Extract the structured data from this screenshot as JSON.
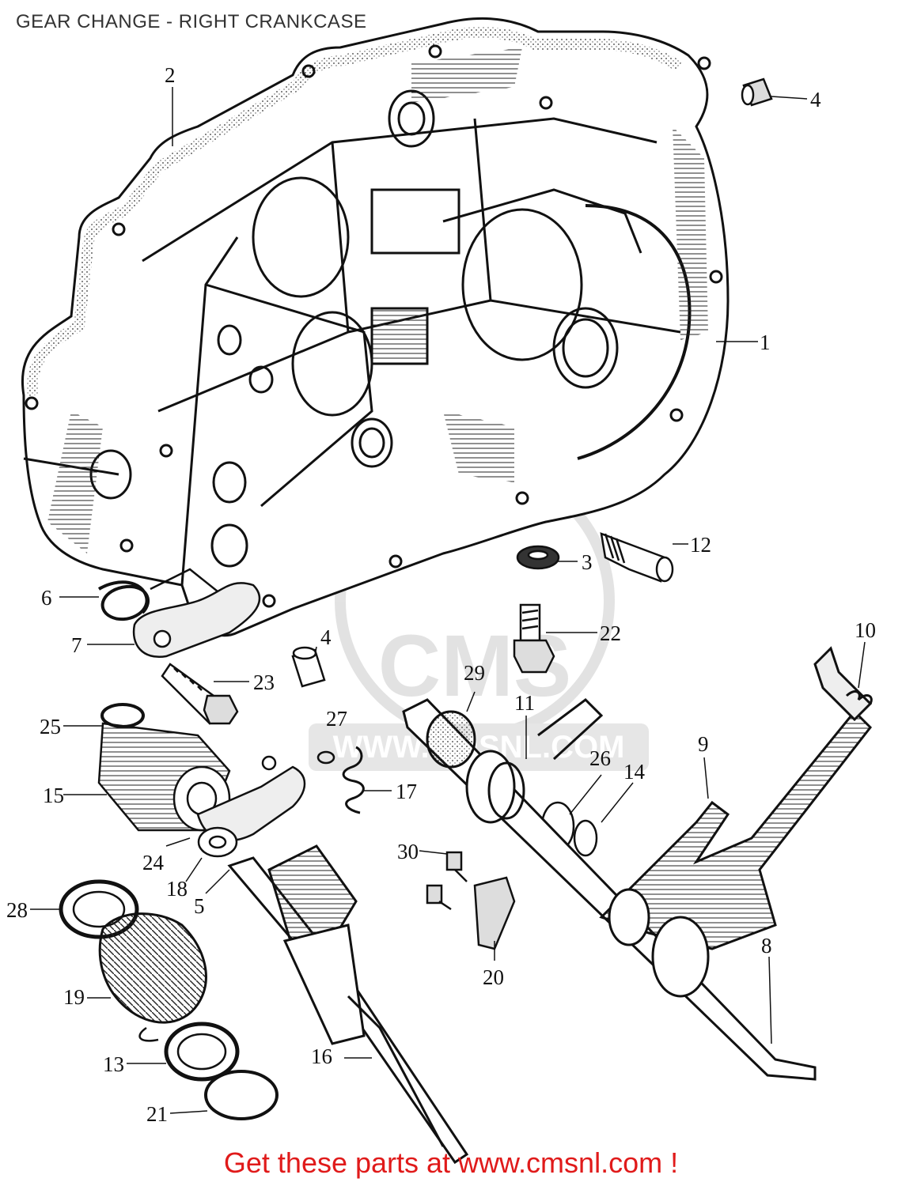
{
  "title": "GEAR CHANGE - RIGHT CRANKCASE",
  "watermark": {
    "logo_text": "CMS",
    "url_text": "WWW.CMSNL.COM"
  },
  "parts": [
    {
      "id": "part-1",
      "num": "1"
    },
    {
      "id": "part-2",
      "num": "2"
    },
    {
      "id": "part-3",
      "num": "3"
    },
    {
      "id": "part-4a",
      "num": "4"
    },
    {
      "id": "part-4b",
      "num": "4"
    },
    {
      "id": "part-5",
      "num": "5"
    },
    {
      "id": "part-6",
      "num": "6"
    },
    {
      "id": "part-7",
      "num": "7"
    },
    {
      "id": "part-8",
      "num": "8"
    },
    {
      "id": "part-9",
      "num": "9"
    },
    {
      "id": "part-10",
      "num": "10"
    },
    {
      "id": "part-11",
      "num": "11"
    },
    {
      "id": "part-12",
      "num": "12"
    },
    {
      "id": "part-13",
      "num": "13"
    },
    {
      "id": "part-14",
      "num": "14"
    },
    {
      "id": "part-15",
      "num": "15"
    },
    {
      "id": "part-16",
      "num": "16"
    },
    {
      "id": "part-17",
      "num": "17"
    },
    {
      "id": "part-18",
      "num": "18"
    },
    {
      "id": "part-19",
      "num": "19"
    },
    {
      "id": "part-20",
      "num": "20"
    },
    {
      "id": "part-21",
      "num": "21"
    },
    {
      "id": "part-22",
      "num": "22"
    },
    {
      "id": "part-23",
      "num": "23"
    },
    {
      "id": "part-24",
      "num": "24"
    },
    {
      "id": "part-25",
      "num": "25"
    },
    {
      "id": "part-26",
      "num": "26"
    },
    {
      "id": "part-27",
      "num": "27"
    },
    {
      "id": "part-28",
      "num": "28"
    },
    {
      "id": "part-29",
      "num": "29"
    },
    {
      "id": "part-30",
      "num": "30"
    }
  ],
  "footer": {
    "text": "Get these parts at www.cmsnl.com !"
  }
}
